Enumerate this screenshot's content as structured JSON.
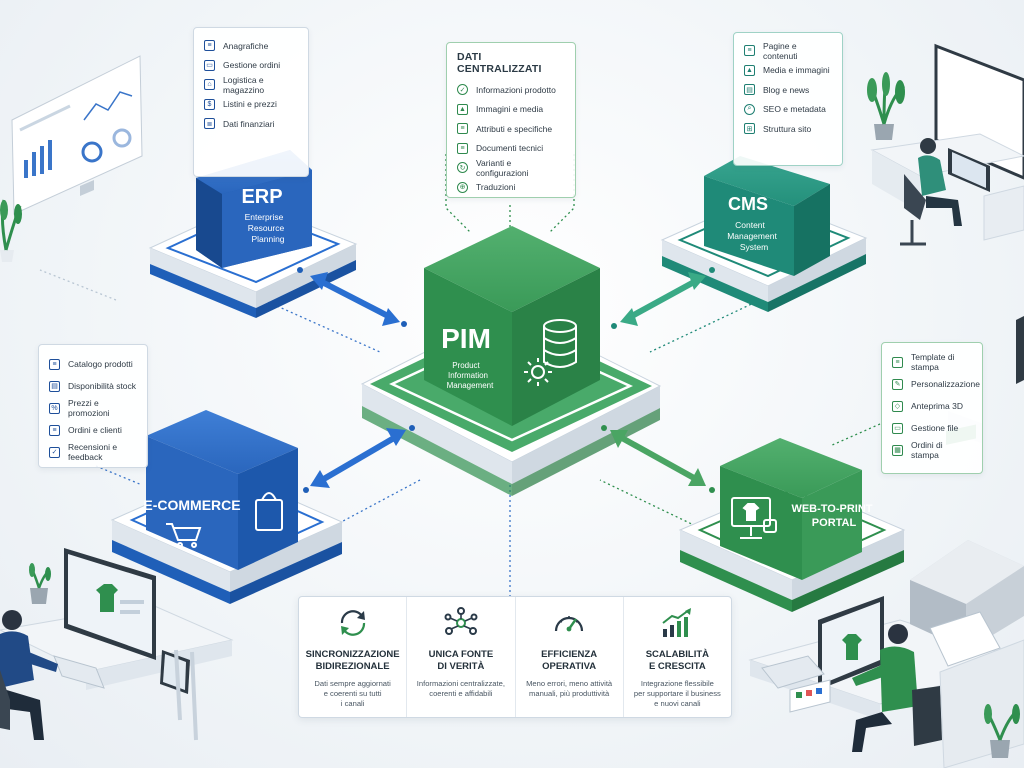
{
  "nodes": {
    "pim": {
      "label": "PIM",
      "sub": [
        "Product",
        "Information",
        "Management"
      ]
    },
    "erp": {
      "label": "ERP",
      "sub": [
        "Enterprise",
        "Resource",
        "Planning"
      ]
    },
    "cms": {
      "label": "CMS",
      "sub": [
        "Content",
        "Management",
        "System"
      ]
    },
    "ecommerce": {
      "label": "E-COMMERCE"
    },
    "w2p": {
      "label": [
        "WEB-TO-PRINT",
        "PORTAL"
      ]
    }
  },
  "panels": {
    "erp": {
      "items": [
        "Anagrafiche",
        "Gestione ordini",
        "Logistica e magazzino",
        "Listini e prezzi",
        "Dati finanziari"
      ]
    },
    "dati": {
      "title": "DATI CENTRALIZZATI",
      "items": [
        "Informazioni prodotto",
        "Immagini e media",
        "Attributi e specifiche",
        "Documenti tecnici",
        "Varianti e configurazioni",
        "Traduzioni"
      ]
    },
    "cms": {
      "items": [
        "Pagine e contenuti",
        "Media e immagini",
        "Blog e news",
        "SEO e metadata",
        "Struttura sito"
      ]
    },
    "ecommerce": {
      "items": [
        "Catalogo prodotti",
        "Disponibilità stock",
        "Prezzi e promozioni",
        "Ordini e clienti",
        "Recensioni e feedback"
      ]
    },
    "w2p": {
      "items": [
        "Template di stampa",
        "Personalizzazione",
        "Anteprima 3D",
        "Gestione file",
        "Ordini di stampa"
      ]
    }
  },
  "benefits": [
    {
      "title": [
        "SINCRONIZZAZIONE",
        "BIDIREZIONALE"
      ],
      "desc": [
        "Dati sempre aggiornati",
        "e coerenti su tutti",
        "i canali"
      ]
    },
    {
      "title": [
        "UNICA FONTE",
        "DI VERITÀ"
      ],
      "desc": [
        "Informazioni centralizzate,",
        "coerenti e affidabili"
      ]
    },
    {
      "title": [
        "EFFICIENZA",
        "OPERATIVA"
      ],
      "desc": [
        "Meno errori, meno attività",
        "manuali, più produttività"
      ]
    },
    {
      "title": [
        "SCALABILITÀ",
        "E CRESCITA"
      ],
      "desc": [
        "Integrazione flessibile",
        "per supportare il business",
        "e nuovi canali"
      ]
    }
  ],
  "colors": {
    "blue": "#1f5fb8",
    "green": "#2f8f4e",
    "teal": "#1f8a78",
    "accent_line": "#2a6fd1"
  },
  "icons": {
    "erp": [
      "list-icon",
      "cart-icon",
      "home-icon",
      "dollar-icon",
      "database-icon"
    ],
    "dati": [
      "check-circle-icon",
      "image-icon",
      "clipboard-icon",
      "document-icon",
      "variants-icon",
      "globe-icon"
    ],
    "cms": [
      "document-icon",
      "image-icon",
      "blog-icon",
      "search-icon",
      "sitemap-icon"
    ],
    "ecommerce": [
      "catalog-icon",
      "stock-icon",
      "tag-icon",
      "orders-icon",
      "feedback-icon"
    ],
    "w2p": [
      "template-icon",
      "edit-icon",
      "cube-icon",
      "file-icon",
      "print-icon"
    ],
    "benefits": [
      "sync-icon",
      "network-icon",
      "gauge-icon",
      "growth-chart-icon"
    ]
  }
}
